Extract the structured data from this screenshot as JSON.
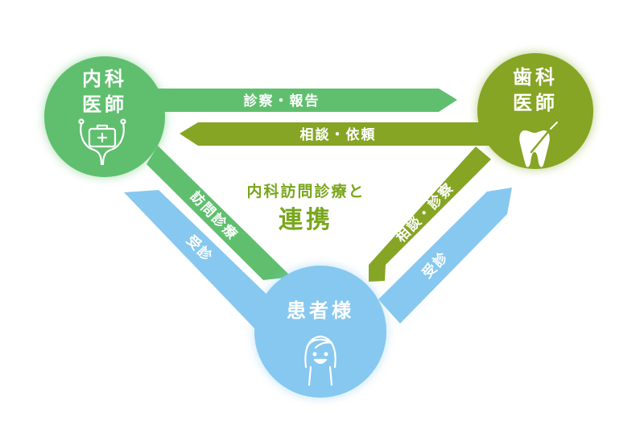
{
  "colors": {
    "internal_green": "#5fbf6e",
    "dental_olive": "#86a524",
    "patient_blue": "#86c8f0",
    "center_text": "#79a61c"
  },
  "nodes": {
    "internal_medicine": {
      "line1": "内科",
      "line2": "医師",
      "icon": "doctor-bag-stethoscope-icon"
    },
    "dentist": {
      "line1": "歯科",
      "line2": "医師",
      "icon": "tooth-toothbrush-icon"
    },
    "patient": {
      "label": "患者様",
      "icon": "smiling-patient-icon"
    }
  },
  "arrows": {
    "internal_to_dentist": "診察・報告",
    "dentist_to_internal": "相談・依頼",
    "internal_to_patient": "訪問診療",
    "patient_to_internal": "受診",
    "dentist_to_patient": "相談・診察",
    "patient_to_dentist": "受診"
  },
  "center": {
    "line1": "内科訪問診療と",
    "line2": "連携"
  }
}
